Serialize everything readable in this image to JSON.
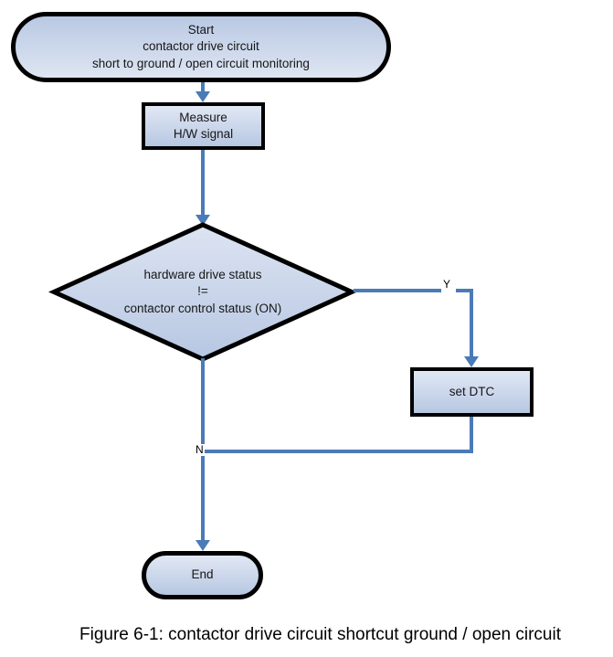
{
  "flowchart": {
    "nodes": {
      "start": {
        "lines": [
          "Start",
          "contactor drive circuit",
          "short to ground / open circuit monitoring"
        ]
      },
      "measure": {
        "lines": [
          "Measure",
          "H/W signal"
        ]
      },
      "decision": {
        "lines": [
          "hardware drive status",
          "!=",
          "contactor control status (ON)"
        ]
      },
      "set_dtc": {
        "label": "set DTC"
      },
      "end": {
        "label": "End"
      }
    },
    "edge_labels": {
      "yes": "Y",
      "no": "N"
    },
    "colors": {
      "connector_blue": "#4a7bb7",
      "shape_border": "#000000",
      "shape_fill_light": "#e1e8f4",
      "shape_fill_dark": "#b7c7e2"
    }
  },
  "caption": "Figure 6-1: contactor drive circuit shortcut ground / open circuit"
}
